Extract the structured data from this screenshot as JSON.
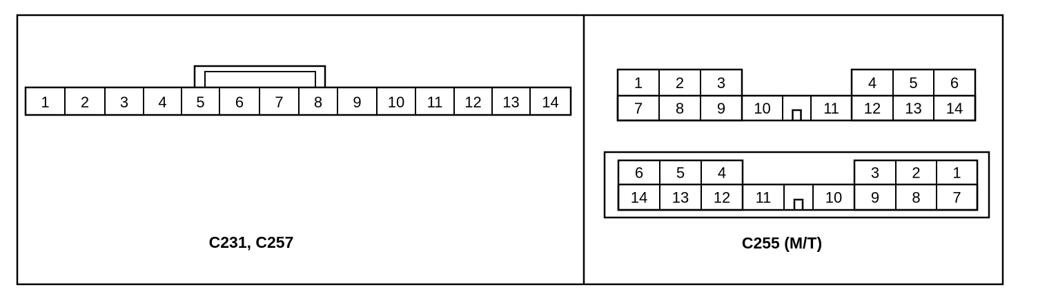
{
  "panels": {
    "left": {
      "label": "C231, C257",
      "connector": {
        "pins": [
          "1",
          "2",
          "3",
          "4",
          "5",
          "6",
          "7",
          "8",
          "9",
          "10",
          "11",
          "12",
          "13",
          "14"
        ],
        "bracket_spans_pins": [
          "5",
          "8"
        ]
      }
    },
    "right": {
      "label": "C255 (M/T)",
      "top_connector": {
        "row1_left": [
          "1",
          "2",
          "3"
        ],
        "row1_right": [
          "4",
          "5",
          "6"
        ],
        "row2": [
          "7",
          "8",
          "9",
          "10",
          "",
          "11",
          "12",
          "13",
          "14"
        ]
      },
      "bottom_connector": {
        "row1_left": [
          "6",
          "5",
          "4"
        ],
        "row1_right": [
          "3",
          "2",
          "1"
        ],
        "row2": [
          "14",
          "13",
          "12",
          "11",
          "",
          "10",
          "9",
          "8",
          "7"
        ]
      }
    }
  }
}
